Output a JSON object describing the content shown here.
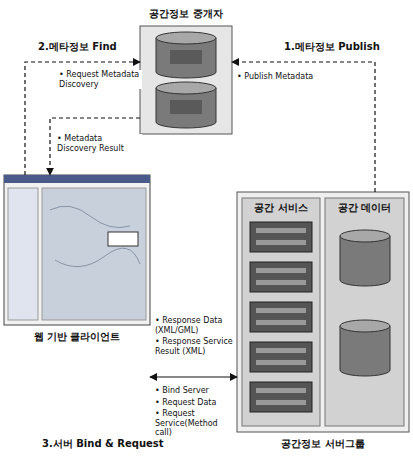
{
  "diagram": {
    "nodes": [
      {
        "text": [
          "공간정보 중개자"
        ]
      },
      {
        "text": [
          "웹 기반 클라이언트"
        ]
      },
      {
        "text": [
          "공간정보 서버그룹"
        ]
      },
      {
        "text": [
          "공간 서비스"
        ],
        "in": 2
      },
      {
        "text": [
          "공간 데이터"
        ],
        "in": 2
      }
    ],
    "edges": [
      {
        "from": 2,
        "to": 0,
        "arrow": "to",
        "label": "1.메타정보 Publish"
      },
      {
        "from": 1,
        "to": 0,
        "arrow": "to",
        "label": "2.메타정보 Find"
      },
      {
        "from": 0,
        "to": 1,
        "arrow": "to"
      },
      {
        "from": 1,
        "to": 2,
        "arrow": "both",
        "label": "3.서버 Bind & Request"
      }
    ],
    "labels": [
      "• Request Metadata Discovery",
      "• Publish Metadata",
      "• Metadata Discovery Result",
      "• Response Data (XML/GML)",
      "• Response Service Result (XML)",
      "• Bind Server",
      "• Request Data",
      "• Request Service(Method call)"
    ]
  }
}
